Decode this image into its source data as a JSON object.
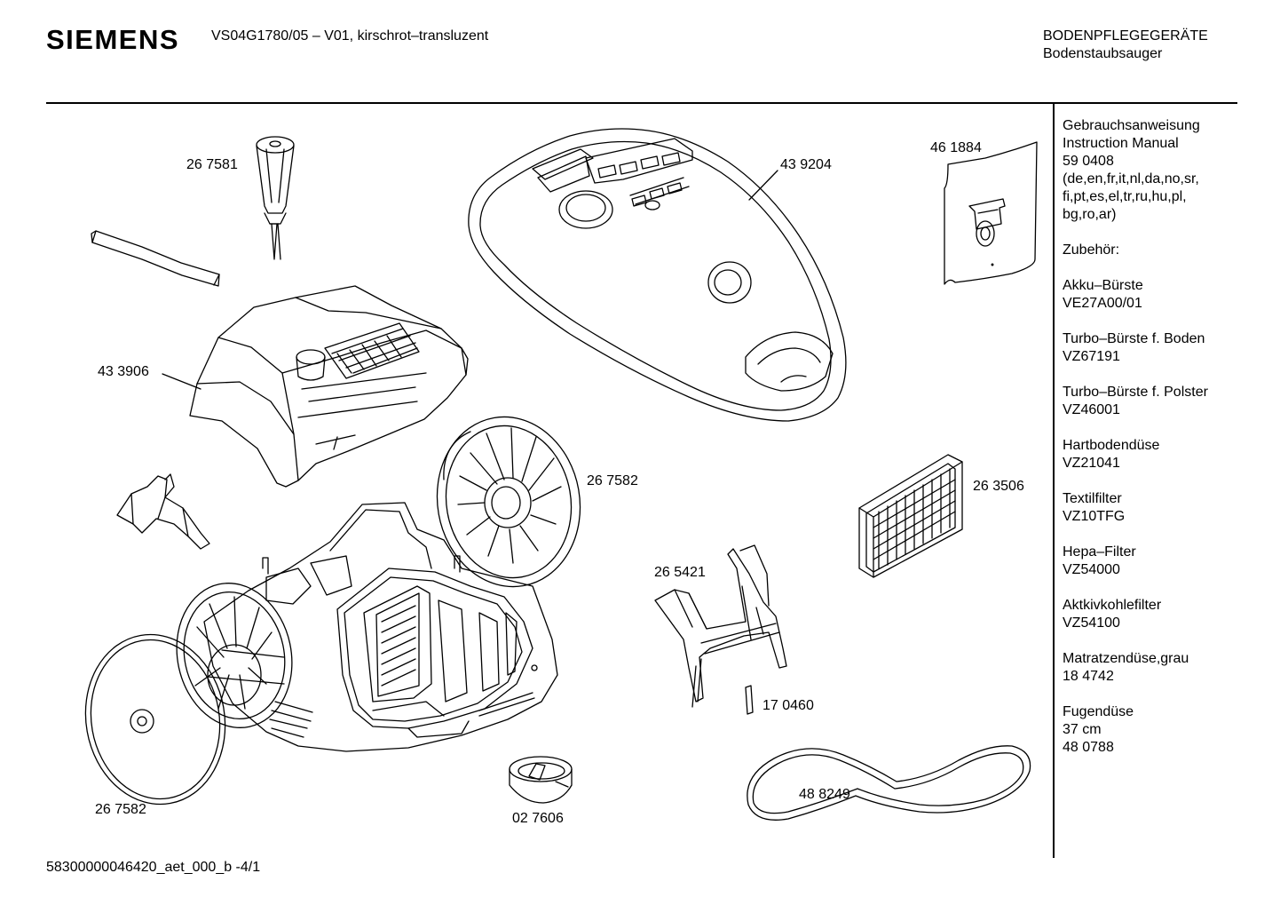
{
  "header": {
    "brand": "SIEMENS",
    "model": "VS04G1780/05 – V01, kirschrot–transluzent",
    "category": "BODENPFLEGEGERÄTE",
    "subcategory": "Bodenstaubsauger"
  },
  "parts": [
    {
      "id": "p267581",
      "number": "26 7581"
    },
    {
      "id": "p439204",
      "number": "43 9204"
    },
    {
      "id": "p461884",
      "number": "46 1884"
    },
    {
      "id": "p433906",
      "number": "43 3906"
    },
    {
      "id": "p267582a",
      "number": "26 7582"
    },
    {
      "id": "p263506",
      "number": "26 3506"
    },
    {
      "id": "p265421",
      "number": "26 5421"
    },
    {
      "id": "p170460",
      "number": "17 0460"
    },
    {
      "id": "p488249",
      "number": "48 8249"
    },
    {
      "id": "p267582b",
      "number": "26 7582"
    },
    {
      "id": "p027606",
      "number": "02 7606"
    }
  ],
  "sidebar": [
    [
      "Gebrauchsanweisung",
      "Instruction Manual",
      "59 0408",
      "(de,en,fr,it,nl,da,no,sr,",
      "fi,pt,es,el,tr,ru,hu,pl,",
      "bg,ro,ar)"
    ],
    [
      "Zubehör:"
    ],
    [
      "Akku–Bürste",
      "VE27A00/01"
    ],
    [
      "Turbo–Bürste f. Boden",
      "VZ67191"
    ],
    [
      "Turbo–Bürste f. Polster",
      "VZ46001"
    ],
    [
      "Hartbodendüse",
      "VZ21041"
    ],
    [
      "Textilfilter",
      "VZ10TFG"
    ],
    [
      "Hepa–Filter",
      "VZ54000"
    ],
    [
      "Aktkivkohlefilter",
      "VZ54100"
    ],
    [
      "Matratzendüse,grau",
      "18 4742"
    ],
    [
      "Fugendüse",
      "37 cm",
      "48 0788"
    ]
  ],
  "footer": "58300000046420_aet_000_b -4/1"
}
